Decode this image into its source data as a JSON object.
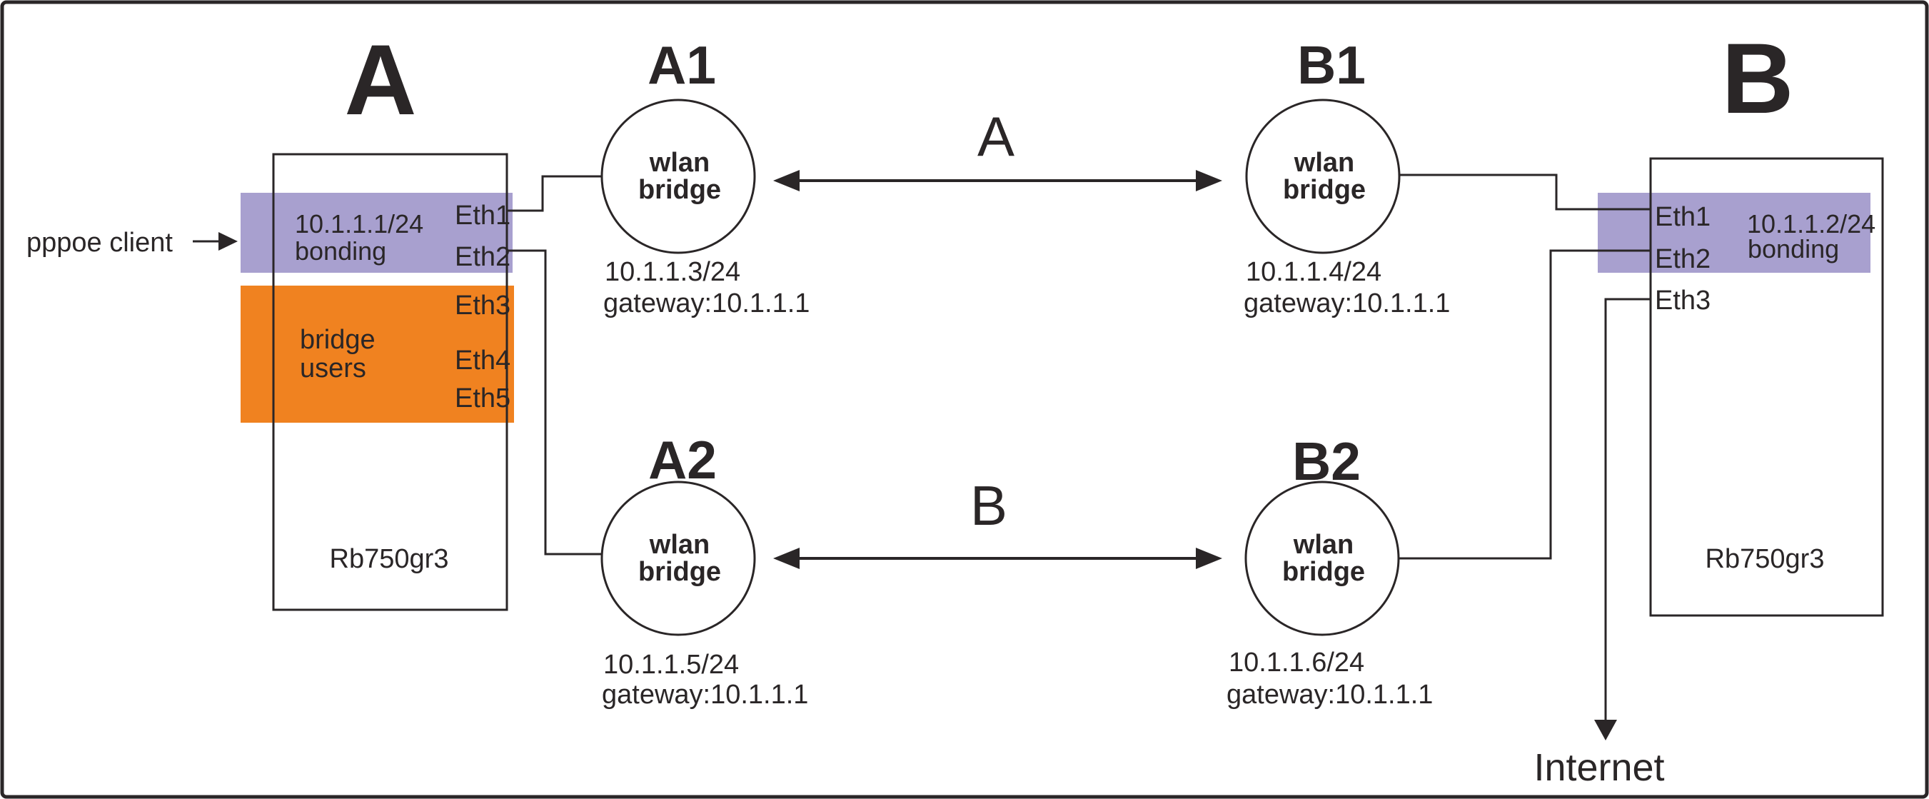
{
  "colors": {
    "band_purple": "#a8a0cf",
    "band_orange": "#f08220",
    "internet_red": "#ed1c24",
    "line_dark": "#2a2627"
  },
  "routers": {
    "a": {
      "title": "A",
      "model": "Rb750gr3",
      "annotation": "pppoe client",
      "bonding": {
        "ip": "10.1.1.1/24",
        "label": "bonding"
      },
      "bridge": {
        "line1": "bridge",
        "line2": "users"
      },
      "ports": [
        "Eth1",
        "Eth2",
        "Eth3",
        "Eth4",
        "Eth5"
      ]
    },
    "b": {
      "title": "B",
      "model": "Rb750gr3",
      "annotation": "Internet",
      "bonding": {
        "ip": "10.1.1.2/24",
        "label": "bonding"
      },
      "ports": [
        "Eth1",
        "Eth2",
        "Eth3"
      ]
    }
  },
  "wlan_nodes": [
    {
      "id": "A1",
      "role_line1": "wlan",
      "role_line2": "bridge",
      "ip": "10.1.1.3/24",
      "gateway": "gateway:10.1.1.1"
    },
    {
      "id": "B1",
      "role_line1": "wlan",
      "role_line2": "bridge",
      "ip": "10.1.1.4/24",
      "gateway": "gateway:10.1.1.1"
    },
    {
      "id": "A2",
      "role_line1": "wlan",
      "role_line2": "bridge",
      "ip": "10.1.1.5/24",
      "gateway": "gateway:10.1.1.1"
    },
    {
      "id": "B2",
      "role_line1": "wlan",
      "role_line2": "bridge",
      "ip": "10.1.1.6/24",
      "gateway": "gateway:10.1.1.1"
    }
  ],
  "links": [
    {
      "label": "A"
    },
    {
      "label": "B"
    }
  ]
}
